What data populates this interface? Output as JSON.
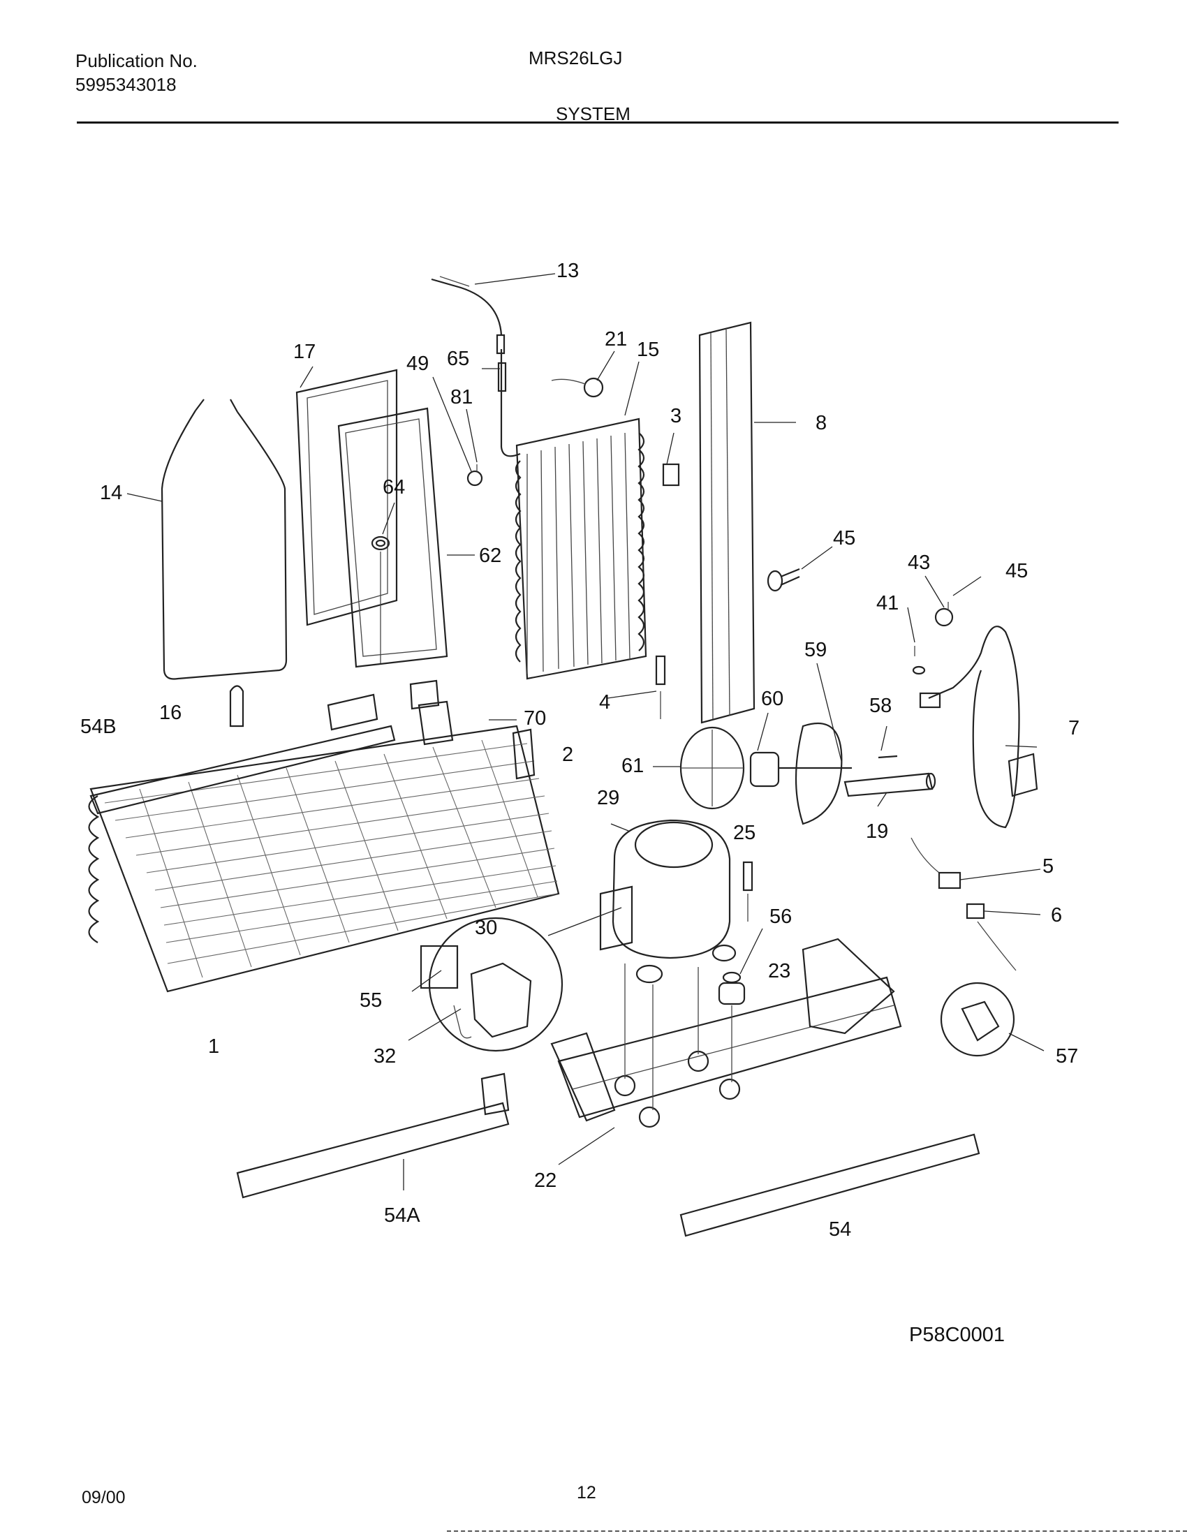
{
  "header": {
    "publication_label": "Publication No.",
    "publication_number": "5995343018",
    "model": "MRS26LGJ",
    "section": "SYSTEM"
  },
  "callouts": {
    "p13": "13",
    "p17": "17",
    "p49": "49",
    "p65": "65",
    "p81": "81",
    "p21": "21",
    "p15": "15",
    "p3": "3",
    "p8": "8",
    "p14": "14",
    "p64": "64",
    "p62": "62",
    "p45a": "45",
    "p43": "43",
    "p45b": "45",
    "p41": "41",
    "p59": "59",
    "p54B": "54B",
    "p16": "16",
    "p70": "70",
    "p4": "4",
    "p60": "60",
    "p58": "58",
    "p7": "7",
    "p2": "2",
    "p61": "61",
    "p29": "29",
    "p25": "25",
    "p19": "19",
    "p5": "5",
    "p30": "30",
    "p56": "56",
    "p6": "6",
    "p23": "23",
    "p55": "55",
    "p1": "1",
    "p32": "32",
    "p57": "57",
    "p22": "22",
    "p54A": "54A",
    "p54": "54"
  },
  "drawing_code": "P58C0001",
  "footer": {
    "date": "09/00",
    "page": "12"
  }
}
